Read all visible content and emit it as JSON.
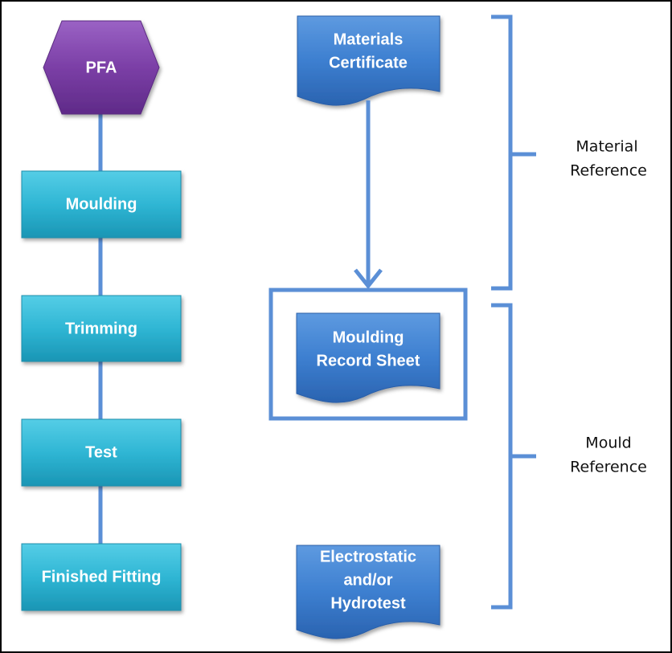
{
  "colors": {
    "process": "#2fb6d4",
    "material": "#7b3fa6",
    "document": "#3d7fd0",
    "connector": "#5b8fd6"
  },
  "flow": {
    "start": "PFA",
    "steps": [
      "Moulding",
      "Trimming",
      "Test",
      "Finished Fitting"
    ]
  },
  "documents": {
    "materials_certificate": [
      "Materials",
      "Certificate"
    ],
    "moulding_record_sheet": [
      "Moulding",
      "Record Sheet"
    ],
    "electrostatic_test": [
      "Electrostatic",
      "and/or",
      "Hydrotest"
    ]
  },
  "references": {
    "material": [
      "Material",
      "Reference"
    ],
    "mould": [
      "Mould",
      "Reference"
    ]
  }
}
